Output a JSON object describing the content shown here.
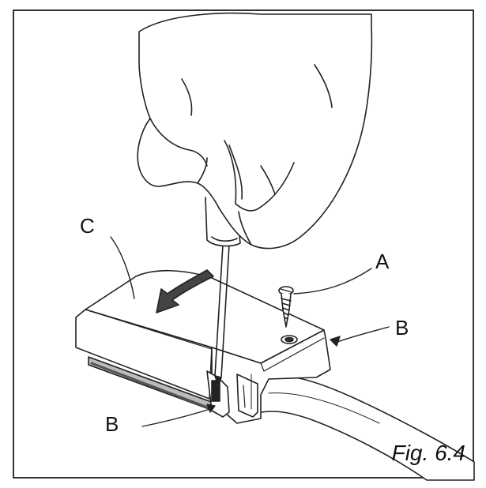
{
  "figure": {
    "caption": "Fig. 6.4",
    "labels": {
      "a": "A",
      "b_right": "B",
      "b_bottom": "B",
      "c": "C"
    },
    "line_color": "#222222",
    "fill_color": "#ffffff"
  }
}
